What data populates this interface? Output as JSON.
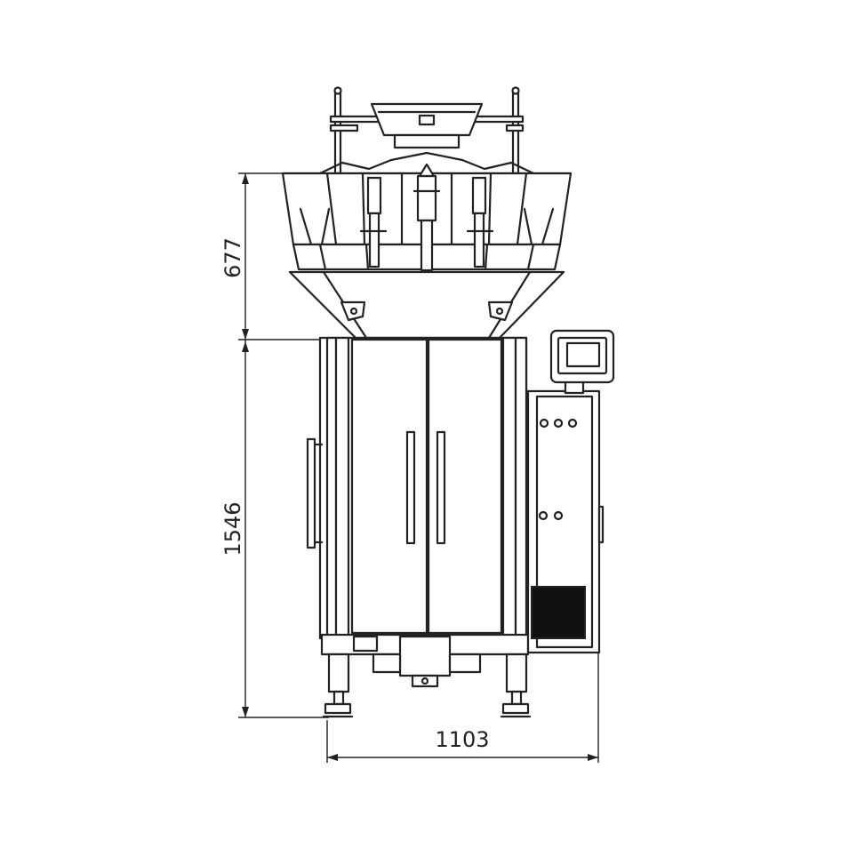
{
  "dimensions": {
    "top_section_height": "677",
    "body_height": "1546",
    "overall_width": "1103"
  },
  "colors": {
    "line": "#222222",
    "background": "#ffffff",
    "filled_panel": "#111111"
  }
}
